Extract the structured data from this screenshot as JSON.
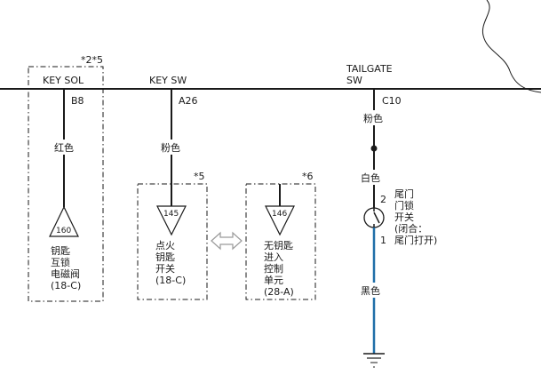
{
  "connectors": {
    "key_sol": {
      "name": "KEY SOL",
      "note": "*2*5",
      "pin": "B8",
      "wire_color": "红色",
      "component_id": "160",
      "component_label": [
        "钥匙",
        "互锁",
        "电磁阀",
        "(18-C)"
      ]
    },
    "key_sw": {
      "name": "KEY SW",
      "note": "*5",
      "pin": "A26",
      "wire_color": "粉色",
      "component_id": "145",
      "component_label": [
        "点火",
        "钥匙",
        "开关",
        "(18-C)"
      ]
    },
    "keyless": {
      "note": "*6",
      "component_id": "146",
      "component_label": [
        "无钥匙",
        "进入",
        "控制",
        "单元",
        "(28-A)"
      ]
    },
    "tailgate_sw": {
      "name": [
        "TAILGATE",
        "SW"
      ],
      "pin": "C10",
      "wire_color_top": "粉色",
      "wire_color_mid": "白色",
      "wire_color_bottom": "黑色",
      "switch_pins": [
        "2",
        "1"
      ],
      "switch_label": [
        "尾门",
        "门锁",
        "开关",
        "(闭合：",
        "尾门打开)"
      ]
    }
  },
  "colors": {
    "line": "#1a1a1a",
    "wire_blue": "#1f6ea8",
    "arrow_fill": "#ffffff",
    "arrow_stroke": "#9a9a9a"
  }
}
